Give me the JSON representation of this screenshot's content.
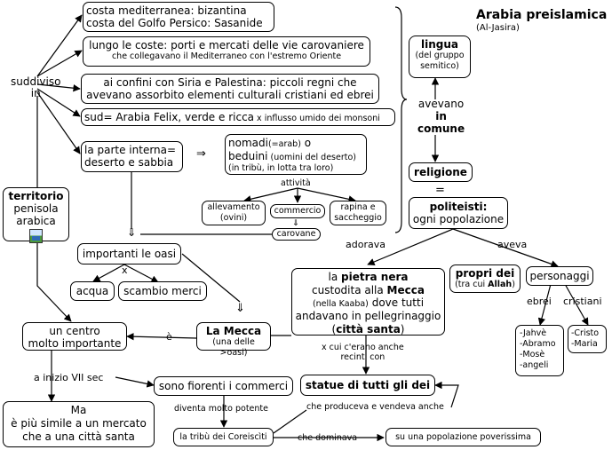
{
  "header": {
    "title": "Arabia preislamica",
    "subtitle": "(Al-Jasira)"
  },
  "territorio": {
    "heading": "territorio",
    "line1": "penisola",
    "line2": "arabica",
    "image_icon": "landscape-image-icon"
  },
  "labels": {
    "suddiviso_1": "suddiviso",
    "suddiviso_2": "in",
    "avevano": "avevano",
    "in": "in",
    "comune": "comune",
    "equals": "=",
    "attivita": "attività",
    "adorava": "adorava",
    "aveva": "aveva",
    "x_sign": "x",
    "e_label": "è",
    "inizio": "a inizio VII sec",
    "ebrei": "ebrei",
    "cristiani": "cristiani",
    "xcui_1": "x cui c'erano anche",
    "xcui_2": "recinti con",
    "diventa": "diventa molto potente",
    "produceva": "che produceva e vendeva anche",
    "dominava": "che dominava",
    "implies_arrow": "⇒",
    "down_arrow": "⇓"
  },
  "boxes": {
    "costa": {
      "line1": "costa mediterranea: bizantina",
      "line2": "costa del Golfo Persico: Sasanide"
    },
    "lungo": {
      "line1": "lungo le coste: porti e mercati delle vie carovaniere",
      "line2": "che collegavano il Mediterraneo con l'estremo Oriente"
    },
    "confini": {
      "line1": "ai confini con Siria e Palestina: piccoli regni che",
      "line2": "avevano assorbito elementi culturali cristiani ed ebrei"
    },
    "sud": {
      "main": "sud= Arabia Felix, verde e ricca",
      "small": " x influsso umido dei monsoni"
    },
    "interna": {
      "line1": "la parte interna=",
      "line2": "deserto e sabbia"
    },
    "nomadi": {
      "a": "nomadi",
      "a_small": "(=arab)",
      "a2": " o",
      "b": "beduini",
      "b_small": " (uomini del deserto)",
      "c": "(in tribù, in lotta tra loro)"
    },
    "allevamento": {
      "line1": "allevamento",
      "line2": "(ovini)"
    },
    "commercio": {
      "text": "commercio"
    },
    "carovane": {
      "text": "carovane"
    },
    "rapina": {
      "line1": "rapina e",
      "line2": "saccheggio"
    },
    "oasi": {
      "text": "importanti le oasi"
    },
    "acqua": {
      "text": "acqua"
    },
    "scambio": {
      "text": "scambio merci"
    },
    "centro": {
      "line1": "un centro",
      "line2": "molto importante"
    },
    "mecca": {
      "title": "La Mecca",
      "sub": "(una delle >oasi)"
    },
    "pietra": {
      "l1a": "la ",
      "l1b": "pietra nera",
      "l2a": "custodita alla ",
      "l2b": "Mecca",
      "l3a": "(nella Kaaba)",
      "l3b": " dove tutti",
      "l4": "andavano in pellegrinaggio",
      "l5a": "(",
      "l5b": "città santa",
      "l5c": ")"
    },
    "ma": {
      "line1": "Ma",
      "line2": "è più simile a un mercato",
      "line3": "che a una città santa"
    },
    "fiorenti": {
      "text": "sono fiorenti i commerci"
    },
    "statue": {
      "text": "statue di tutti gli dei"
    },
    "tribu": {
      "text": "la tribù dei Coreiscìti"
    },
    "popolazione": {
      "text": "su una popolazione poverissima"
    },
    "lingua": {
      "title": "lingua",
      "line1": "(del gruppo",
      "line2": "semitico)"
    },
    "religione": {
      "text": "religione"
    },
    "politeisti": {
      "title": "politeisti:",
      "text": "ogni popolazione"
    },
    "propri": {
      "title": "propri dei",
      "sub_a": "(tra cui ",
      "sub_b": "Allah",
      "sub_c": ")"
    },
    "personaggi": {
      "text": "personaggi"
    },
    "jahve": {
      "l1": "-Jahvè",
      "l2": "-Abramo",
      "l3": "-Mosè",
      "l4": "-angeli"
    },
    "cristo": {
      "l1": "-Cristo",
      "l2": "-Maria"
    }
  }
}
